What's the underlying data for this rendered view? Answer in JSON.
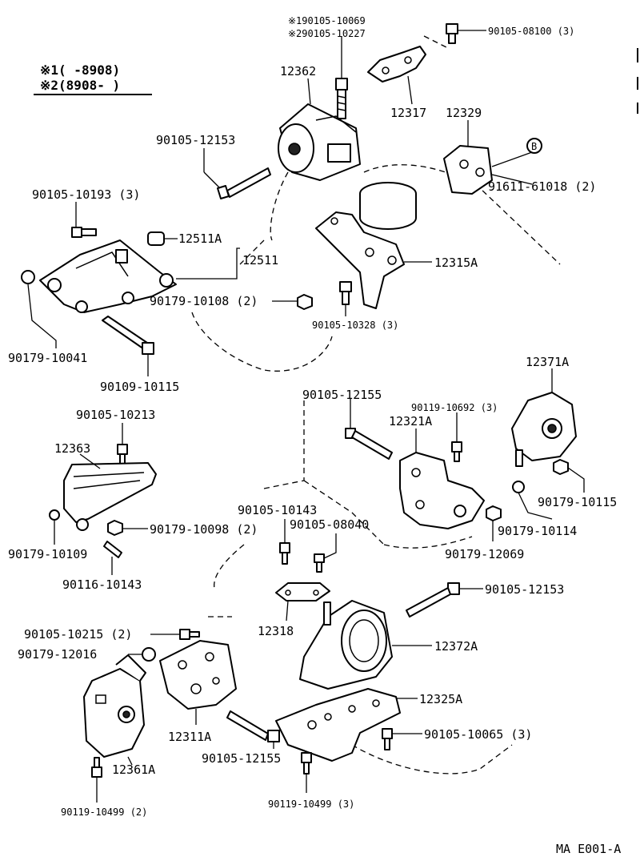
{
  "legend": {
    "line1": "※1(    -8908)",
    "line2": "※2(8908-     )"
  },
  "labels": {
    "p190105_10069": "※190105-10069",
    "p290105_10227": "※290105-10227",
    "p90105_08100": "90105-08100 (3)",
    "p12362": "12362",
    "p12317": "12317",
    "p12329": "12329",
    "p90105_12153_top": "90105-12153",
    "p91611_61018": "91611-61018 (2)",
    "p90105_10193": "90105-10193 (3)",
    "p12511A": "12511A",
    "p12511": "12511",
    "p12315A": "12315A",
    "p90179_10108": "90179-10108 (2)",
    "p90105_10328": "90105-10328 (3)",
    "p90179_10041": "90179-10041",
    "p90109_10115": "90109-10115",
    "p12371A": "12371A",
    "p90105_12155_mid": "90105-12155",
    "p90119_10692": "90119-10692 (3)",
    "p12321A": "12321A",
    "p90105_10213": "90105-10213",
    "p12363": "12363",
    "p90179_10115": "90179-10115",
    "p90179_10114": "90179-10114",
    "p90105_10143": "90105-10143",
    "p90105_08040": "90105-08040",
    "p90179_10098": "90179-10098 (2)",
    "p90179_12069": "90179-12069",
    "p90179_10109": "90179-10109",
    "p90116_10143": "90116-10143",
    "p90105_12153_low": "90105-12153",
    "p90105_10215": "90105-10215 (2)",
    "p12318": "12318",
    "p12372A": "12372A",
    "p90179_12016": "90179-12016",
    "p12325A": "12325A",
    "p12311A": "12311A",
    "p90105_10065": "90105-10065 (3)",
    "p90105_12155_low": "90105-12155",
    "p12361A": "12361A",
    "p90119_10499_right": "90119-10499 (3)",
    "p90119_10499_left": "90119-10499 (2)",
    "callout_b": "B",
    "footer_code": "MA  E001-A"
  }
}
